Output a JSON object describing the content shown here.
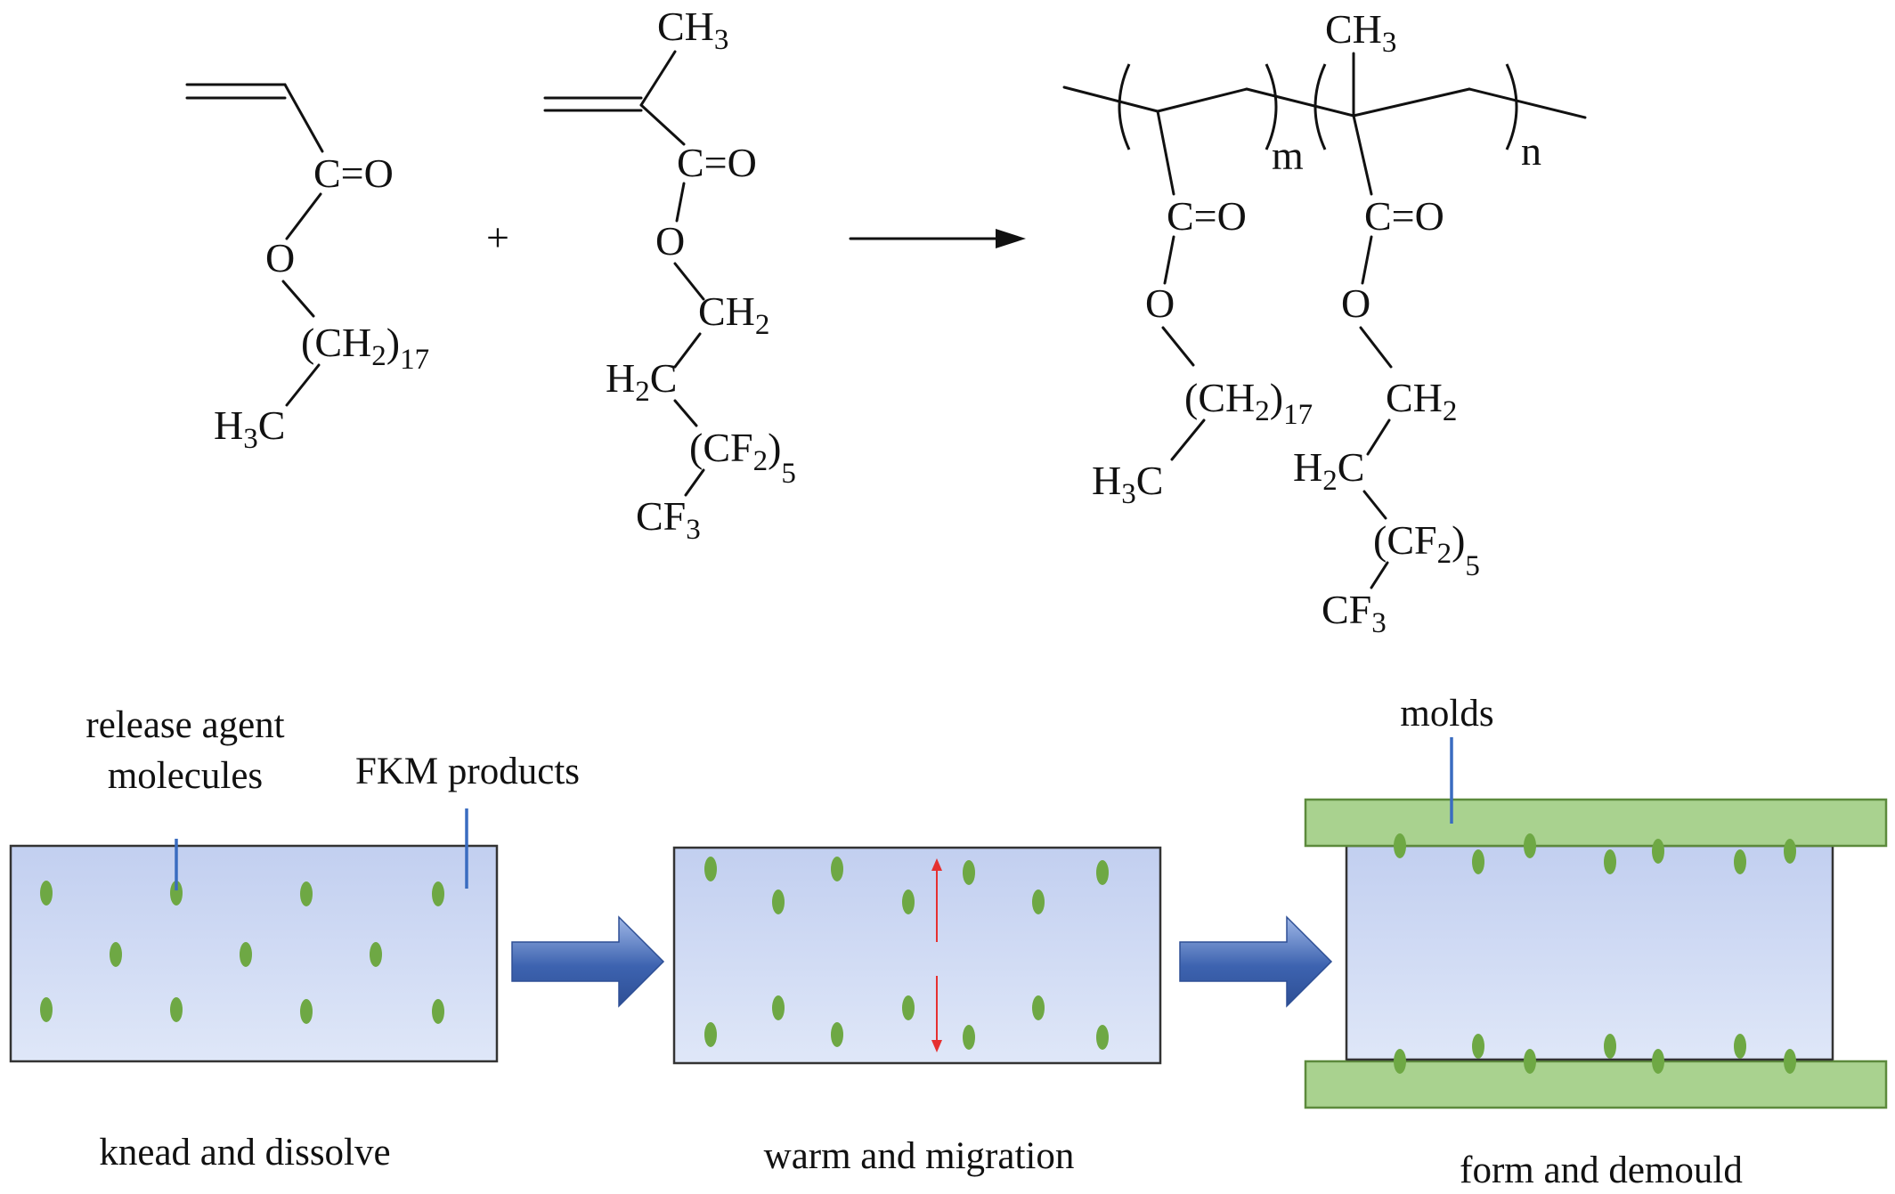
{
  "chemistry": {
    "monomer1": {
      "carbonyl": "C=O",
      "ester_o": "O",
      "chain_open": "(CH",
      "chain_sub": "2",
      "chain_close": ")",
      "chain_count": "17",
      "terminal_h": "H",
      "terminal_sub": "3",
      "terminal_c": "C"
    },
    "plus": "+",
    "monomer2": {
      "methyl": "CH",
      "methyl_sub": "3",
      "carbonyl": "C=O",
      "ester_o": "O",
      "ch2_a": "CH",
      "ch2_a_sub": "2",
      "h2c_h": "H",
      "h2c_sub": "2",
      "h2c_c": "C",
      "cf2_open": "(CF",
      "cf2_sub": "2",
      "cf2_close": ")",
      "cf2_count": "5",
      "cf3": "CF",
      "cf3_sub": "3"
    },
    "product": {
      "methyl": "CH",
      "methyl_sub": "3",
      "repeat_m": "m",
      "repeat_n": "n",
      "carbonyl1": "C=O",
      "ester_o1": "O",
      "chain_open": "(CH",
      "chain_sub": "2",
      "chain_close": ")",
      "chain_count": "17",
      "terminal_h": "H",
      "terminal_sub": "3",
      "terminal_c": "C",
      "carbonyl2": "C=O",
      "ester_o2": "O",
      "ch2_a": "CH",
      "ch2_a_sub": "2",
      "h2c_h": "H",
      "h2c_sub": "2",
      "h2c_c": "C",
      "cf2_open": "(CF",
      "cf2_sub": "2",
      "cf2_close": ")",
      "cf2_count": "5",
      "cf3": "CF",
      "cf3_sub": "3"
    }
  },
  "process": {
    "labels": {
      "release_agent_line1": "release agent",
      "release_agent_line2": "molecules",
      "fkm_products": "FKM products",
      "molds": "molds"
    },
    "steps": [
      {
        "caption": "knead and dissolve"
      },
      {
        "caption": "warm and migration"
      },
      {
        "caption": "form and demould"
      }
    ]
  },
  "colors": {
    "box_fill_top": "#c2cff0",
    "box_fill_bottom": "#dfe7f8",
    "mold_fill": "#a9d28f",
    "molecule_dot": "#6ea844",
    "arrow_blue": "#3d63b0",
    "migration_arrow": "#e53030",
    "leader_line": "#3a6cc0"
  }
}
